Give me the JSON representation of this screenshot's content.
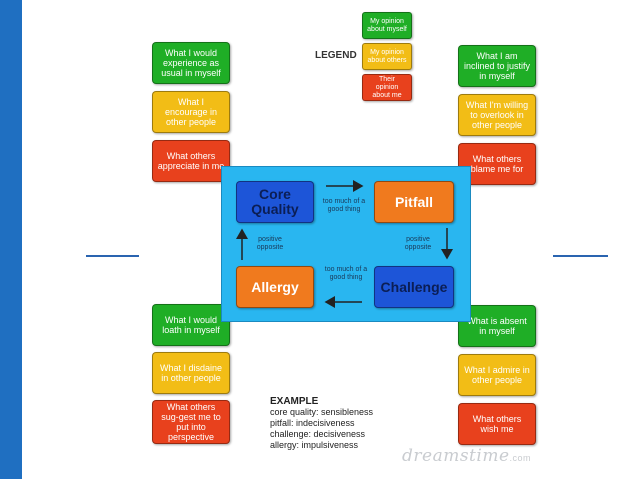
{
  "legend": {
    "title": "LEGEND",
    "items": [
      {
        "label": "My opinion about myself",
        "color": "#1fae26"
      },
      {
        "label": "My opinion about others",
        "color": "#f2bd16"
      },
      {
        "label": "Their opinion about me",
        "color": "#e8411d"
      }
    ]
  },
  "left_top": [
    "What I would experience as usual in myself",
    "What I encourage in other people",
    "What others appreciate in me"
  ],
  "right_top": [
    "What I am inclined to justify in myself",
    "What I'm willing to overlook in other people",
    "What others blame me for"
  ],
  "left_bottom": [
    "What I would loath in myself",
    "What I disdaine in other people",
    "What others sug-gest me to put into perspective"
  ],
  "right_bottom": [
    "What is absent in myself",
    "What I admire in other people",
    "What others wish me"
  ],
  "quadrants": {
    "core_quality": "Core Quality",
    "pitfall": "Pitfall",
    "challenge": "Challenge",
    "allergy": "Allergy"
  },
  "arrow_labels": {
    "top": "too much of a good thing",
    "right": "positive opposite",
    "bottom": "too much of a good thing",
    "left": "positive opposite"
  },
  "example": {
    "title": "EXAMPLE",
    "lines": [
      "core quality: sensibleness",
      "pitfall: indecisiveness",
      "challenge: decisiveness",
      "allergy: impulsiveness"
    ]
  },
  "watermark": {
    "main": "dreamstime",
    "suffix": ".com"
  }
}
